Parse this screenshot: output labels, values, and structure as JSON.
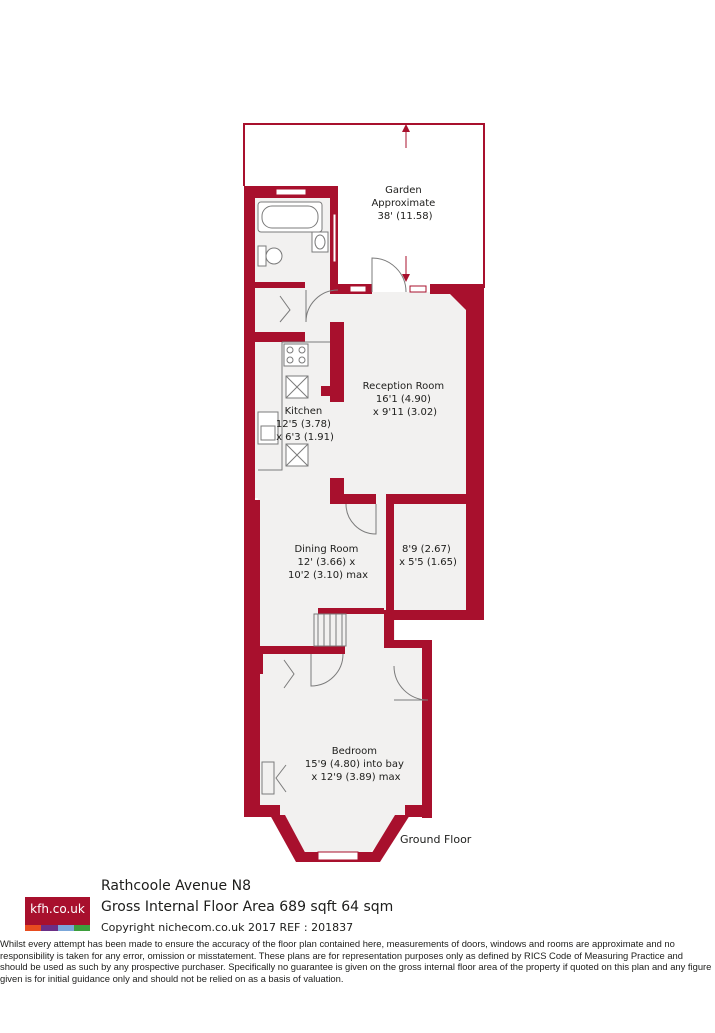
{
  "colors": {
    "wall": "#a8102d",
    "floor": "#f2f1f0",
    "fixture": "#7b7b7b",
    "text": "#1d1d1b",
    "logo_bg": "#a8102d",
    "logo_stripes": [
      "#e84c1f",
      "#6b2e86",
      "#7ba7d9",
      "#3d9e3d"
    ]
  },
  "rooms": {
    "garden": {
      "name": "Garden",
      "line2": "Approximate",
      "line3": "38' (11.58)"
    },
    "reception": {
      "name": "Reception Room",
      "line2": "16'1 (4.90)",
      "line3": "x 9'11 (3.02)"
    },
    "kitchen": {
      "name": "Kitchen",
      "line2": "12'5 (3.78)",
      "line3": "x 6'3 (1.91)"
    },
    "dining": {
      "name": "Dining Room",
      "line2": "12' (3.66) x",
      "line3": "10'2 (3.10) max"
    },
    "store": {
      "line1": "8'9 (2.67)",
      "line2": "x 5'5 (1.65)"
    },
    "bedroom": {
      "name": "Bedroom",
      "line2": "15'9 (4.80) into bay",
      "line3": "x 12'9 (3.89) max"
    }
  },
  "floor_label": "Ground Floor",
  "logo_text": "kfh.co.uk",
  "property_title": "Rathcoole Avenue  N8",
  "floor_area": "Gross Internal Floor Area 689 sqft 64 sqm",
  "copyright": "Copyright nichecom.co.uk 2017 REF : 201837",
  "disclaimer": "Whilst every attempt has been made to ensure the accuracy of the floor plan contained here, measurements of doors, windows and rooms are approximate and no responsibility is taken for any error, omission or misstatement.  These plans are for representation purposes only as defined by RICS Code of Measuring Practice and should be used as such by any prospective purchaser.  Specifically no guarantee is given on the gross internal floor area of the property if quoted on this plan and any figure given is for initial guidance only and should not be relied on as a basis of valuation."
}
